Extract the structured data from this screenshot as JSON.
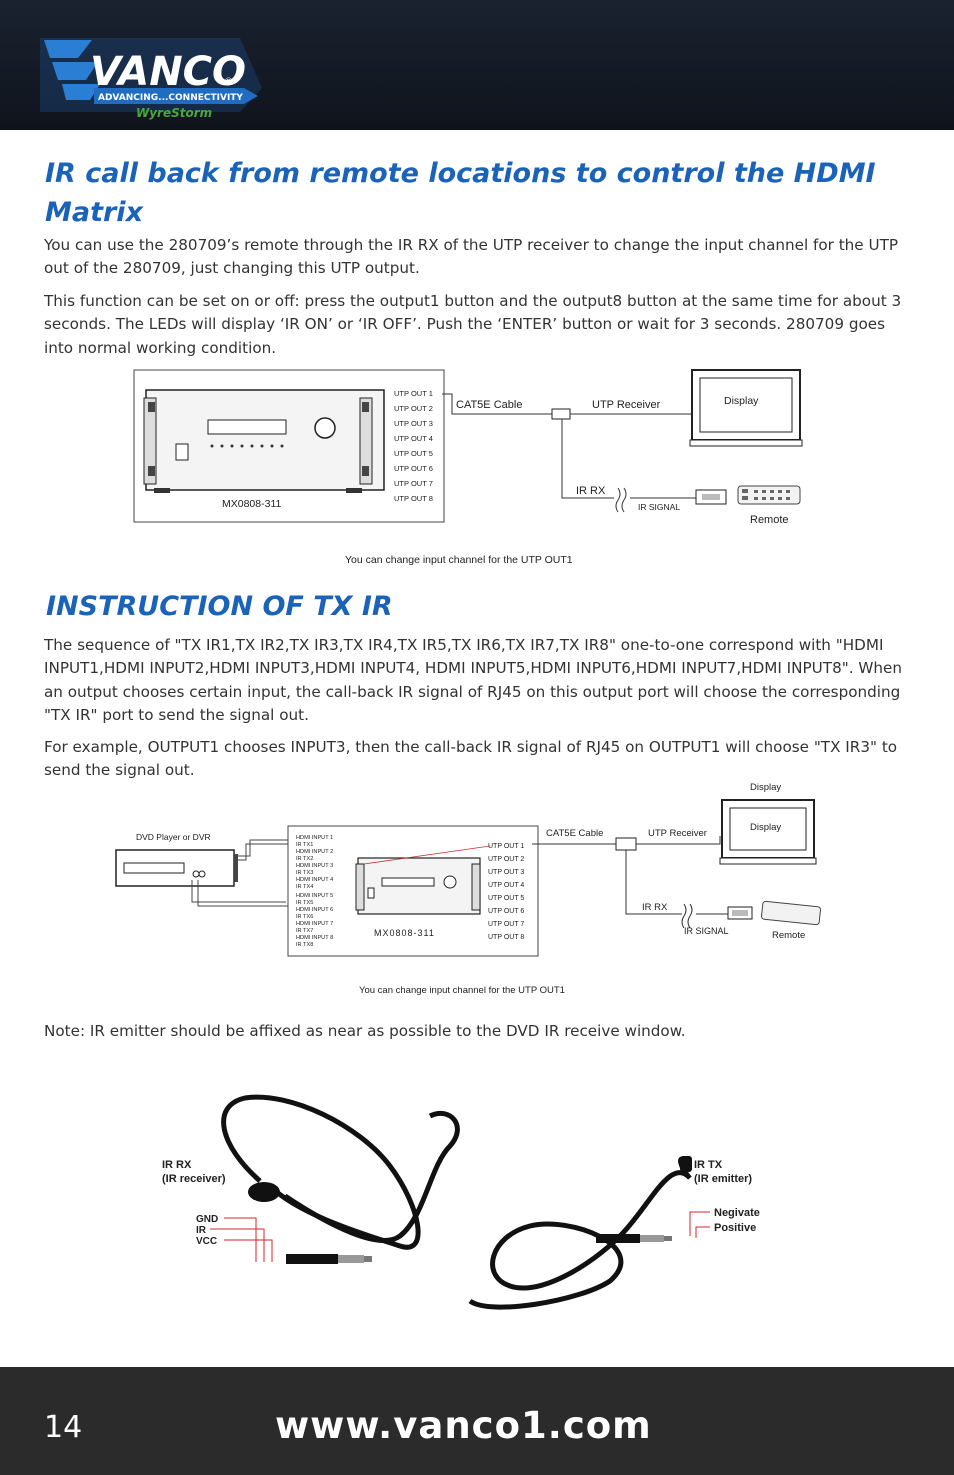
{
  "header": {
    "logo_name": "VANCO",
    "logo_tagline": "ADVANCING...CONNECTIVITY",
    "logo_partner": "WyreStorm",
    "logo_registered": "®"
  },
  "section1": {
    "title": "IR call back from remote locations to control the HDMI Matrix",
    "paragraphs": [
      "You can use the 280709’s remote through the IR RX of the UTP receiver to change the input channel for the UTP out of the 280709, just changing this UTP output.",
      "This function can be set on or off: press the output1 button and the output8 button at the same time for about 3 seconds. The LEDs will display ‘IR ON’ or ‘IR OFF’. Push the ‘ENTER’ button or wait for 3 seconds. 280709 goes into normal working condition."
    ],
    "diagram": {
      "outputs": [
        "UTP  OUT 1",
        "UTP  OUT 2",
        "UTP  OUT 3",
        "UTP  OUT 4",
        "UTP  OUT 5",
        "UTP  OUT 6",
        "UTP  OUT 7",
        "UTP  OUT 8"
      ],
      "model": "MX0808-311",
      "cable": "CAT5E Cable",
      "receiver": "UTP Receiver",
      "display": "Display",
      "ir_rx": "IR RX",
      "ir_signal": "IR SIGNAL",
      "remote": "Remote",
      "caption": "You can change input channel for the UTP OUT1"
    }
  },
  "section2": {
    "title": "INSTRUCTION OF TX IR",
    "paragraphs": [
      "The sequence of \"TX IR1,TX IR2,TX IR3,TX IR4,TX IR5,TX IR6,TX IR7,TX IR8\" one-to-one correspond with \"HDMI INPUT1,HDMI INPUT2,HDMI INPUT3,HDMI INPUT4, HDMI INPUT5,HDMI INPUT6,HDMI INPUT7,HDMI INPUT8\". When an output chooses certain input, the call-back IR signal of RJ45 on this output port will choose the corresponding \"TX IR\" port to send the signal out.",
      "For example, OUTPUT1 chooses INPUT3, then the call-back IR signal of RJ45 on OUTPUT1 will choose \"TX IR3\" to send the signal out."
    ],
    "diagram": {
      "dvd": "DVD Player or DVR",
      "inputs": [
        "HDMI INPUT 1",
        "IR TX1",
        "HDMI INPUT 2",
        "IR TX2",
        "HDMI INPUT 3",
        "IR TX3",
        "HDMI INPUT 4",
        "IR TX4",
        "HDMI INPUT 5",
        "IR TX5",
        "HDMI INPUT 6",
        "IR TX6",
        "HDMI INPUT 7",
        "IR TX7",
        "HDMI INPUT 8",
        "IR TX8"
      ],
      "outputs": [
        "UTP  OUT 1",
        "UTP  OUT 2",
        "UTP  OUT 3",
        "UTP  OUT 4",
        "UTP  OUT 5",
        "UTP  OUT 6",
        "UTP  OUT 7",
        "UTP  OUT 8"
      ],
      "model": "MX0808-311",
      "cable": "CAT5E Cable",
      "receiver": "UTP Receiver",
      "display_top": "Display",
      "display": "Display",
      "ir_rx": "IR RX",
      "ir_signal": "IR SIGNAL",
      "remote": "Remote",
      "caption": "You can change input channel for the UTP OUT1"
    },
    "note": "Note: IR emitter should be affixed as near as possible to the DVD IR receive window."
  },
  "cables": {
    "rx_title": "IR  RX",
    "rx_subtitle": "(IR receiver)",
    "rx_pins": [
      "GND",
      "IR",
      "VCC"
    ],
    "tx_title": "IR TX",
    "tx_subtitle": "(IR emitter)",
    "tx_pins": [
      "Negivate",
      "Positive"
    ]
  },
  "footer": {
    "page_number": "14",
    "website": "www.vanco1.com"
  },
  "colors": {
    "heading": "#1a63b8",
    "header_bg": "#141a24",
    "footer_bg": "#2b2b2b",
    "pin_red": "#d8242a"
  }
}
